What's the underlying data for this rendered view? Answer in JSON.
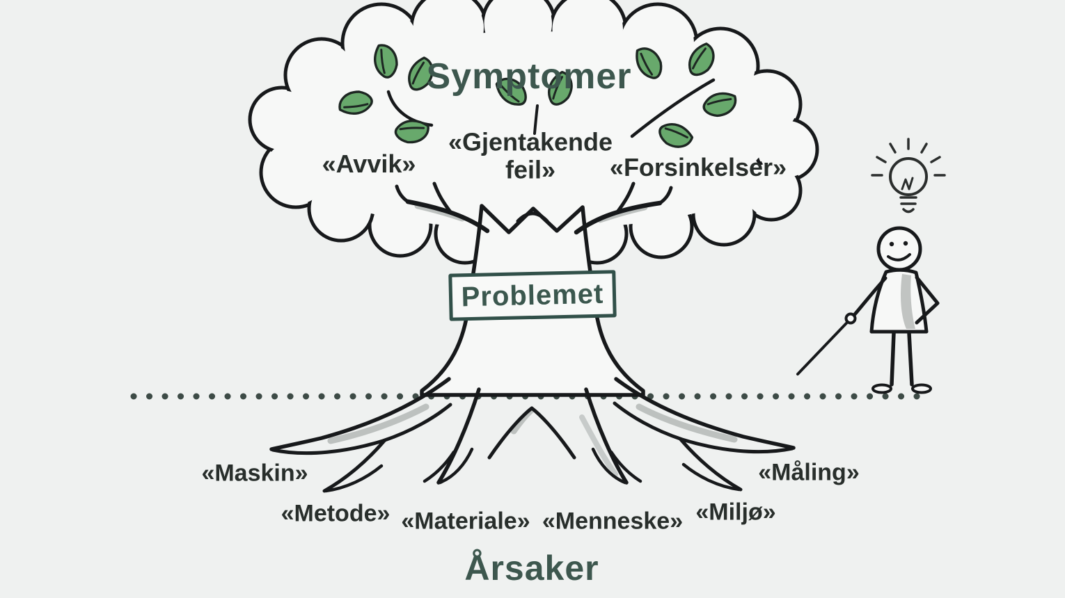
{
  "illustration": {
    "style": "hand-drawn whiteboard sketch",
    "background_color": "#eff1f0",
    "ink_color": "#17191b",
    "accent_color": "#3d574e",
    "leaf_color": "#68a96c",
    "shade_color": "#b7bbb9",
    "ground_dot_color": "#3d4b46",
    "box_border_color": "#315049"
  },
  "crown": {
    "title": "Symptomer",
    "symptoms": [
      "«Avvik»",
      "«Gjentakende feil»",
      "«Forsinkelser»"
    ]
  },
  "trunk_box": {
    "label": "Problemet"
  },
  "roots": {
    "title": "Årsaker",
    "causes": [
      "«Maskin»",
      "«Metode»",
      "«Materiale»",
      "«Menneske»",
      "«Miljø»",
      "«Måling»"
    ]
  },
  "figure": {
    "icon": "stick-figure-with-lightbulb-and-pointer"
  }
}
